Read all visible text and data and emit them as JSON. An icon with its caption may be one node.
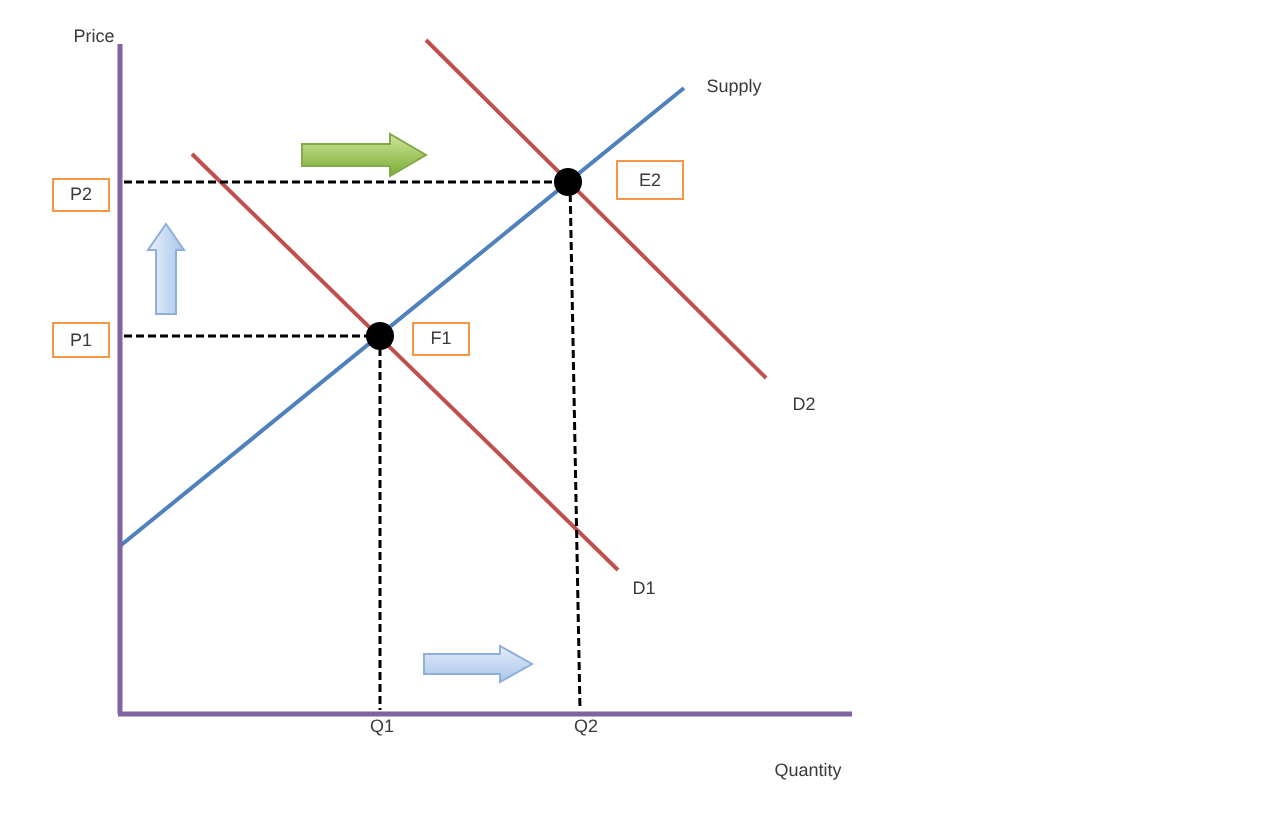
{
  "diagram": {
    "nodes": [
      {
        "text": [
          "P2"
        ]
      },
      {
        "text": [
          "E2"
        ]
      },
      {
        "text": [
          "P1"
        ]
      },
      {
        "text": [
          "F1"
        ]
      }
    ],
    "edges": [
      {
        "from": 2,
        "to": 0,
        "arrow": "to",
        "style": "thick"
      }
    ],
    "labels": [
      "Price",
      "Supply",
      "D2",
      "D1",
      "Q1",
      "Q2",
      "Quantity"
    ]
  }
}
